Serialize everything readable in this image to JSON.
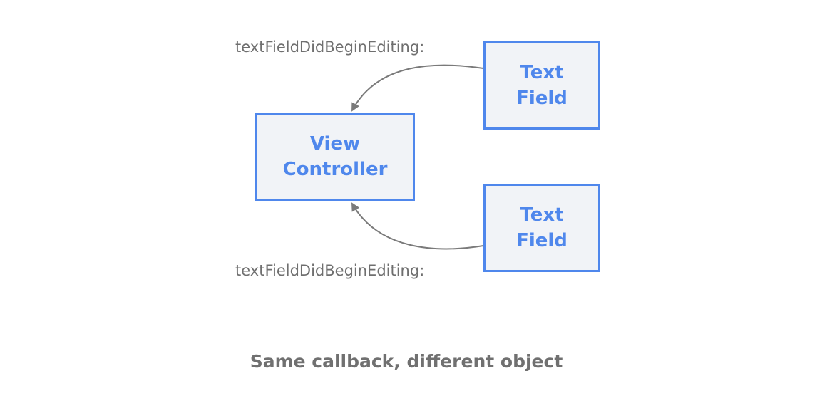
{
  "diagram": {
    "view_controller": {
      "line1": "View",
      "line2": "Controller"
    },
    "text_field_top": {
      "line1": "Text",
      "line2": "Field"
    },
    "text_field_bottom": {
      "line1": "Text",
      "line2": "Field"
    },
    "callback_top": "textFieldDidBeginEditing:",
    "callback_bottom": "textFieldDidBeginEditing:",
    "caption": "Same callback, different object"
  },
  "colors": {
    "box_border": "#4f87ec",
    "box_fill": "#f1f3f7",
    "box_text": "#4f87ec",
    "arrow": "#7a7a7a",
    "label_text": "#6f6f6f"
  }
}
